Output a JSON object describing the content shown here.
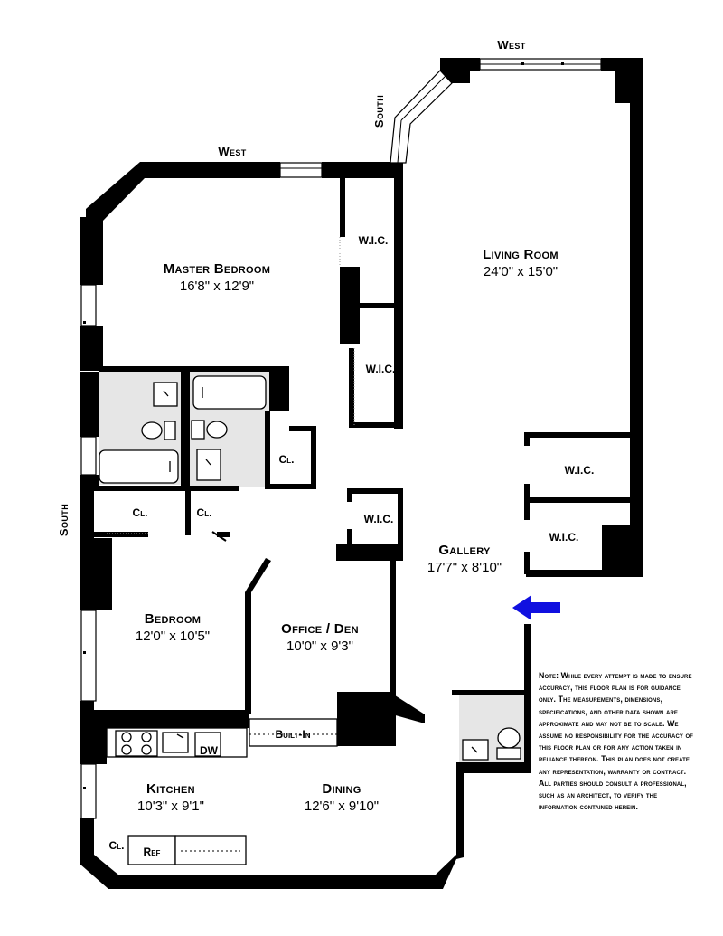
{
  "orientation": {
    "west_top": "West",
    "west_mid": "West",
    "south_upper": "South",
    "south_left": "South"
  },
  "rooms": {
    "master_bedroom": {
      "name": "Master Bedroom",
      "dims": "16'8\"  x  12'9\""
    },
    "living_room": {
      "name": "Living Room",
      "dims": "24'0\"  x  15'0\""
    },
    "gallery": {
      "name": "Gallery",
      "dims": "17'7\"  x  8'10\""
    },
    "bedroom": {
      "name": "Bedroom",
      "dims": "12'0\"  x  10'5\""
    },
    "office_den": {
      "name": "Office / Den",
      "dims": "10'0\"  x  9'3\""
    },
    "kitchen": {
      "name": "Kitchen",
      "dims": "10'3\"  x  9'1\""
    },
    "dining": {
      "name": "Dining",
      "dims": "12'6\"  x  9'10\""
    }
  },
  "labels": {
    "wic_1": "W.I.C.",
    "wic_2": "W.I.C.",
    "wic_3": "W.I.C.",
    "wic_4": "W.I.C.",
    "wic_5": "W.I.C.",
    "cl_1": "Cl.",
    "cl_2": "Cl.",
    "cl_3": "Cl.",
    "cl_4": "Cl.",
    "built_in": "Built-In",
    "dw": "DW",
    "ref": "Ref"
  },
  "note": "Note: While every attempt is made to ensure accuracy, this floor plan is for guidance only. The measurements, dimensions, specifications, and other data shown are approximate and may not be to scale. We assume no responsibility for the accuracy of this floor plan or for any action taken in reliance thereon. This plan does not create any representation, warranty or contract. All parties should consult a professional, such as an architect, to verify the information contained herein.",
  "colors": {
    "wall": "#000000",
    "entry_arrow": "#1010e0",
    "bath_tile": "#e6e6e6"
  }
}
